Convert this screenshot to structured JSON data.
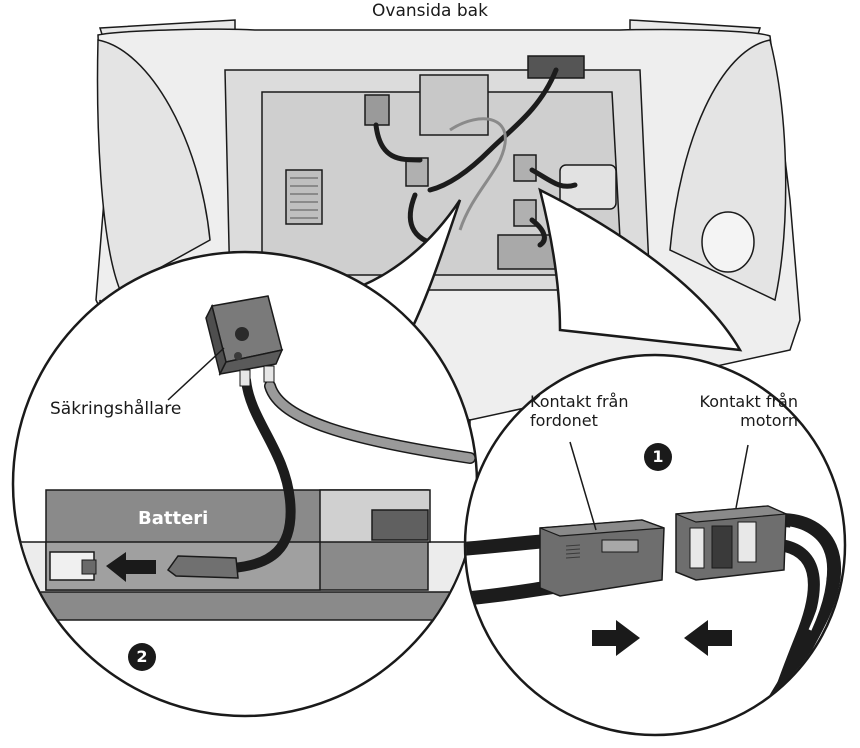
{
  "title": "Ovansida bak",
  "labels": {
    "fuse_holder": "Säkringshållare",
    "battery": "Batteri",
    "vehicle_connector": [
      "Kontakt från",
      "fordonet"
    ],
    "motor_connector": [
      "Kontakt från",
      "motorn"
    ]
  },
  "steps": {
    "step1": "1",
    "step2": "2"
  },
  "colors": {
    "outline": "#1a1a1a",
    "body_light": "#f0f0f0",
    "panel_gray": "#d9d9d9",
    "battery_gray": "#8a8a8a",
    "connector_gray": "#6e6e6e",
    "cable_black": "#1c1c1c"
  }
}
